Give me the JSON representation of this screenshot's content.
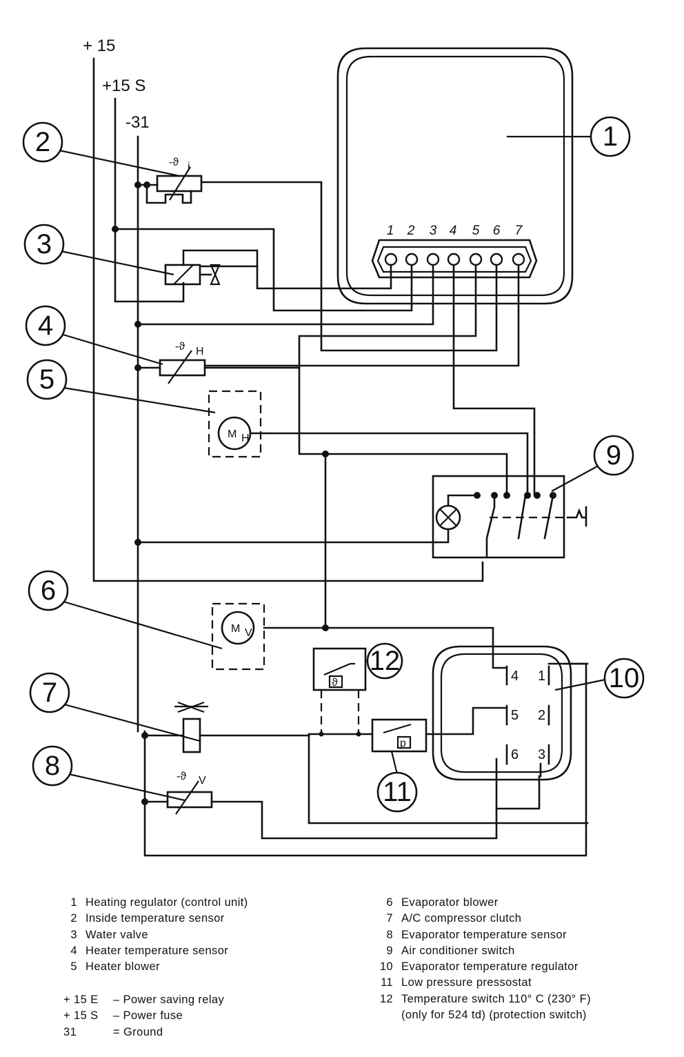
{
  "rails": {
    "r15": "+ 15",
    "r15s": "+15 S",
    "r31": "-31"
  },
  "connector_pins": [
    "1",
    "2",
    "3",
    "4",
    "5",
    "6",
    "7"
  ],
  "callouts": [
    "1",
    "2",
    "3",
    "4",
    "5",
    "6",
    "7",
    "8",
    "9",
    "10",
    "11",
    "12"
  ],
  "symbols": {
    "inside_sensor": "-ϑ",
    "inside_sensor_sub": "i",
    "heater_sensor": "-ϑ",
    "heater_sensor_sub": "H",
    "evap_sensor": "-ϑ",
    "evap_sensor_sub": "V",
    "heater_motor": "M",
    "heater_motor_sub": "H",
    "evap_motor": "M",
    "evap_motor_sub": "V",
    "pressostat": "p",
    "temp_switch": "ϑ"
  },
  "relay_terminals": [
    "4",
    "1",
    "5",
    "2",
    "6",
    "3"
  ],
  "legend": {
    "left": [
      {
        "num": "1",
        "text": "Heating regulator (control unit)"
      },
      {
        "num": "2",
        "text": "Inside temperature sensor"
      },
      {
        "num": "3",
        "text": "Water valve"
      },
      {
        "num": "4",
        "text": "Heater temperature sensor"
      },
      {
        "num": "5",
        "text": "Heater blower"
      }
    ],
    "right": [
      {
        "num": "6",
        "text": "Evaporator blower"
      },
      {
        "num": "7",
        "text": "A/C compressor clutch"
      },
      {
        "num": "8",
        "text": "Evaporator temperature sensor"
      },
      {
        "num": "9",
        "text": "Air conditioner switch"
      },
      {
        "num": "10",
        "text": "Evaporator temperature regulator"
      },
      {
        "num": "11",
        "text": "Low pressure pressostat"
      },
      {
        "num": "12",
        "text": "Temperature switch 110° C (230° F)"
      },
      {
        "num": "",
        "text": "(only for 524 td) (protection switch)"
      }
    ],
    "notes": [
      {
        "code": "+ 15 E",
        "text": "– Power saving relay"
      },
      {
        "code": "+ 15 S",
        "text": "– Power fuse"
      },
      {
        "code": "31",
        "text": "= Ground"
      }
    ]
  }
}
